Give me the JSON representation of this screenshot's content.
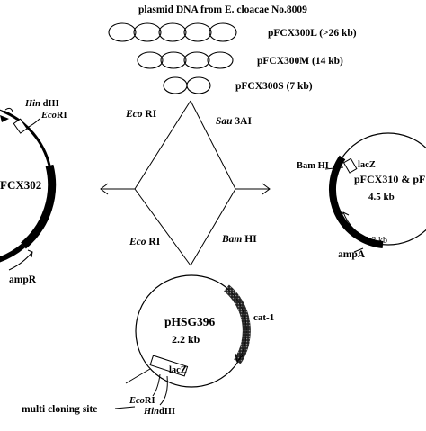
{
  "source_title": "plasmid DNA from E. cloacae No.8009",
  "fractions": [
    {
      "name": "pFCX300L (>26 kb)"
    },
    {
      "name": "pFCX300M (14 kb)"
    },
    {
      "name": "pFCX300S (7 kb)"
    }
  ],
  "enzymes": {
    "top_left": {
      "italic": "Eco",
      "rest": " RI"
    },
    "top_right": {
      "italic": "Sau",
      "rest": " 3AI"
    },
    "bottom_left": {
      "italic": "Eco",
      "rest": " RI"
    },
    "bottom_right": {
      "italic": "Bam",
      "rest": " HI"
    }
  },
  "left_plasmid": {
    "name_fragment": "FCX302",
    "site_hindiii": {
      "italic": "Hin",
      "rest": " dIII"
    },
    "site_ecori": {
      "italic": "Eco",
      "rest": "RI"
    },
    "marker": "ampR"
  },
  "right_plasmid": {
    "name_fragment": "pFCX310 & pF",
    "size": "4.5 kb",
    "site_bamhi": "Bam HI",
    "lacz": "lacZ",
    "insert_size": "2.3 kb",
    "marker": "ampA"
  },
  "vector": {
    "name": "pHSG396",
    "size": "2.2 kb",
    "marker": "cat-1",
    "lacz": "lacZ",
    "mcs_label": "multi cloning site",
    "site_ecori": {
      "italic": "Eco",
      "rest": "RI"
    },
    "site_hindiii": {
      "italic": "Hin",
      "rest": "dIII"
    }
  }
}
